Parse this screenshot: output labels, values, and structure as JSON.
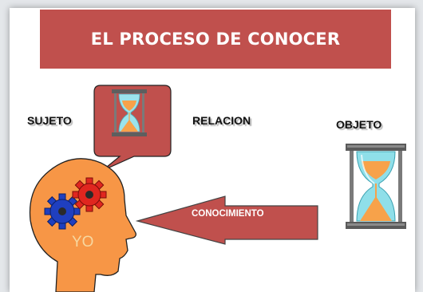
{
  "title": "EL PROCESO DE CONOCER",
  "labels": {
    "subject": "SUJETO",
    "relation": "RELACION",
    "object": "OBJETO",
    "arrow": "CONOCIMIENTO",
    "head": "YO"
  },
  "colors": {
    "banner": "#c0504d",
    "bubble": "#c0504d",
    "arrow": "#c0504d",
    "head": "#f79646",
    "gear_blue": "#1f3fbf",
    "gear_red": "#e0261f",
    "glass_frame": "#6d6d6d",
    "glass_cyan": "#7fd8e4",
    "sand": "#f7a24a"
  },
  "icons": [
    "gear-icon",
    "hourglass-icon"
  ]
}
